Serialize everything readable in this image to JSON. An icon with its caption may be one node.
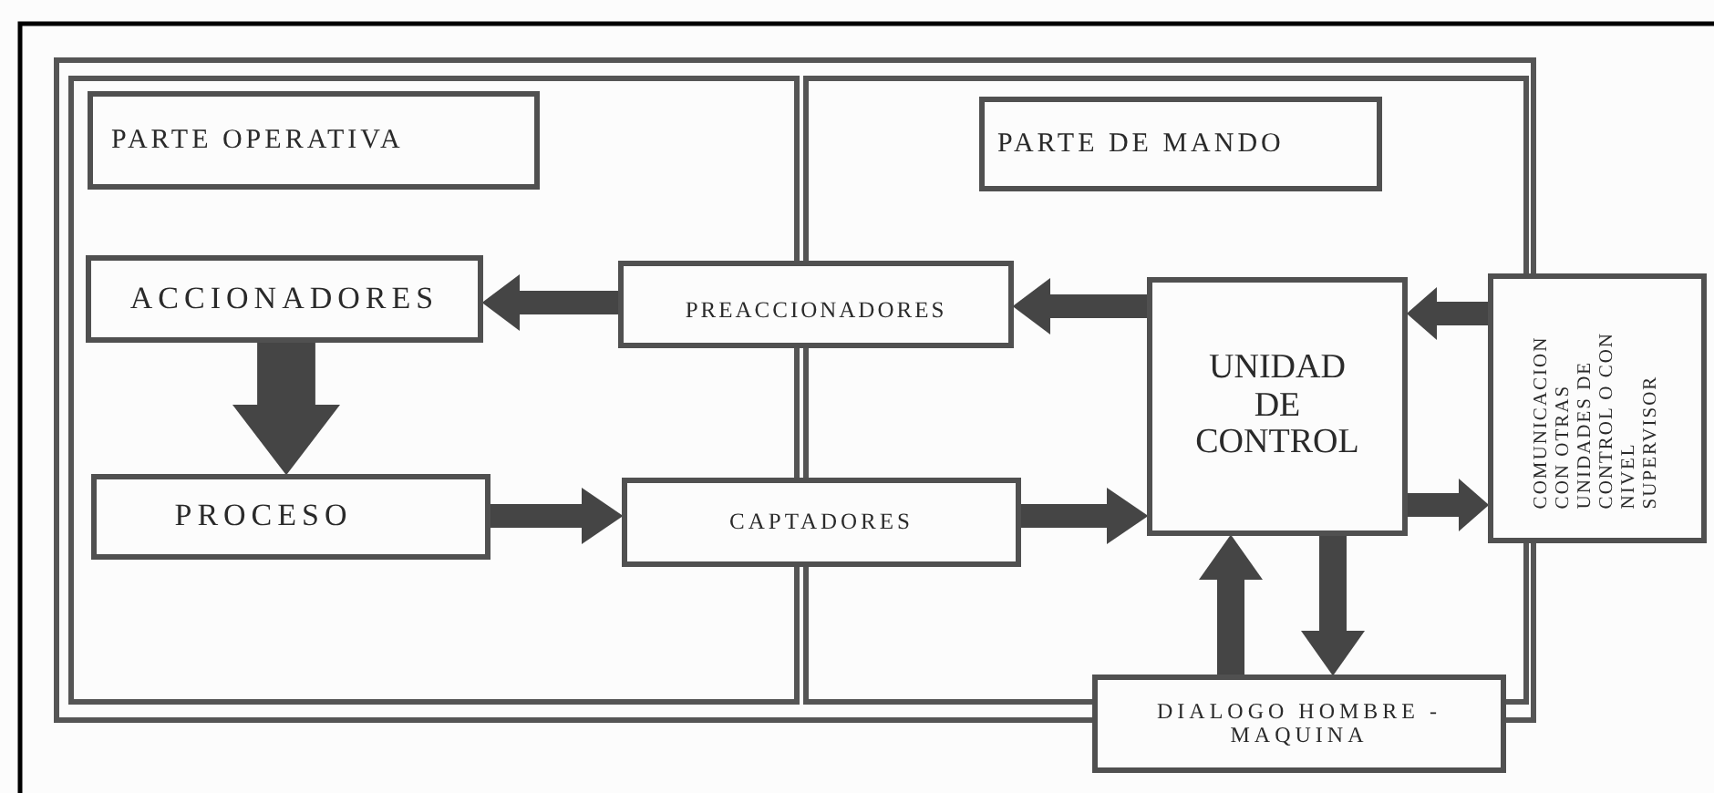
{
  "diagram": {
    "nodes": [
      {
        "text": [
          "PARTE OPERATIVA"
        ]
      },
      {
        "text": [
          "PARTE DE MANDO"
        ]
      },
      {
        "text": [
          "ACCIONADORES"
        ]
      },
      {
        "text": [
          "PREACCIONADORES"
        ]
      },
      {
        "text": [
          "UNIDAD DE CONTROL"
        ]
      },
      {
        "text": [
          "COMUNICACION CON OTRAS UNIDADES DE CONTROL O CON NIVEL SUPERVISOR"
        ]
      },
      {
        "text": [
          "PROCESO"
        ]
      },
      {
        "text": [
          "CAPTADORES"
        ]
      },
      {
        "text": [
          "DIALOGO HOMBRE - MAQUINA"
        ]
      }
    ],
    "edges": [
      {
        "from": 3,
        "to": 2,
        "arrow": "to"
      },
      {
        "from": 4,
        "to": 3,
        "arrow": "to"
      },
      {
        "from": 5,
        "to": 4,
        "arrow": "to"
      },
      {
        "from": 2,
        "to": 6,
        "arrow": "to",
        "style": "thick"
      },
      {
        "from": 6,
        "to": 7,
        "arrow": "to"
      },
      {
        "from": 7,
        "to": 4,
        "arrow": "to"
      },
      {
        "from": 4,
        "to": 5,
        "arrow": "to"
      },
      {
        "from": 8,
        "to": 4,
        "arrow": "to"
      },
      {
        "from": 4,
        "to": 8,
        "arrow": "to"
      }
    ]
  }
}
